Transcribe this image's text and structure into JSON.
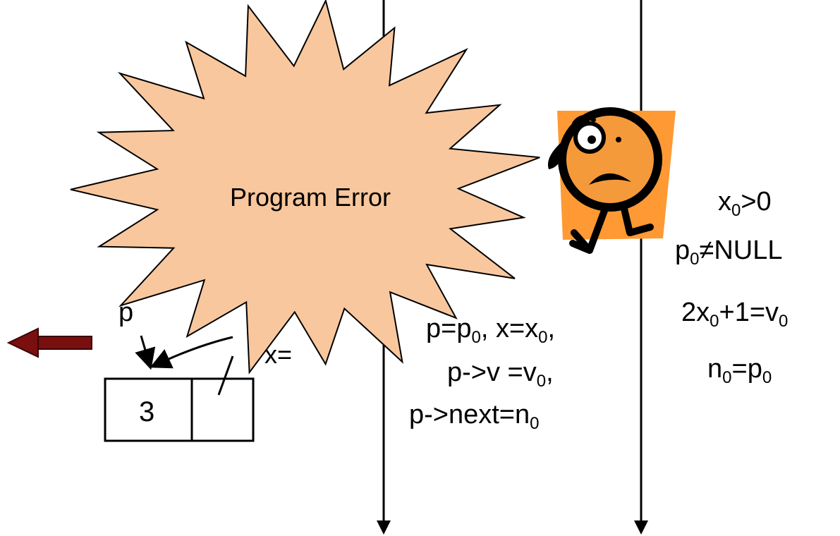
{
  "burst_text": "Program Error",
  "colors": {
    "burst_fill": "#F9C79D",
    "character_bg": "#FF9933",
    "character_face": "#F59A3A",
    "arrow_left": "#7A0F0F",
    "line": "#000000"
  },
  "heap": {
    "pointer_label": "p",
    "cell_value": "3",
    "partial_text": ", x="
  },
  "middle_column": {
    "line1_pre": "p=p",
    "line1_sub1": "0",
    "line1_mid": ", x=x",
    "line1_sub2": "0",
    "line1_post": ",",
    "line2_pre": "p->v =v",
    "line2_sub": "0",
    "line2_post": ",",
    "line3_pre": "p->next=n",
    "line3_sub": "0"
  },
  "right_column": {
    "c1_pre": "x",
    "c1_sub": "0",
    "c1_post": ">0",
    "c2_pre": "p",
    "c2_sub": "0",
    "c2_post": "≠NULL",
    "c3_pre": "2x",
    "c3_sub": "0",
    "c3_mid": "+1=v",
    "c3_sub2": "0",
    "c4_pre": "n",
    "c4_sub": "0",
    "c4_mid": "=p",
    "c4_sub2": "0"
  },
  "icons": {
    "burst": "explosion-burst",
    "character": "scared-running-character",
    "arrow": "left-arrow"
  }
}
